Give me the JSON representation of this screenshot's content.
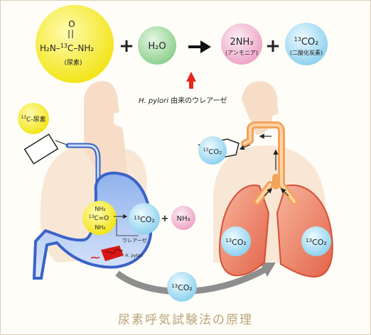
{
  "reaction": {
    "urea": {
      "top_o": "O",
      "formula_left": "H₂N–",
      "formula_sup": "13",
      "formula_right": "C–NH₂",
      "name": "(尿素)"
    },
    "plus1": "+",
    "water": "H₂O",
    "ammonia": {
      "formula": "2NH₃",
      "name": "(アンモニア)"
    },
    "plus2": "+",
    "co2": {
      "sup": "13",
      "formula": "CO₂",
      "name": "(二酸化炭素)"
    },
    "enzyme_italic": "H. pylori",
    "enzyme_rest": " 由来のウレアーゼ"
  },
  "illustration": {
    "c13_urea_label_sup": "13",
    "c13_urea_label": "C-尿素",
    "stomach_urea_top": "NH₂",
    "stomach_urea_sup": "13",
    "stomach_urea_mid": "C=O",
    "stomach_urea_bottom": "NH₂",
    "stomach_co2_sup": "13",
    "stomach_co2": "CO₂",
    "stomach_plus": "+",
    "stomach_nh3": "NH₃",
    "urease_label": "ウレアーゼ",
    "pylori_label": "H. pylori",
    "blood_co2_sup": "13",
    "blood_co2": "CO₂",
    "exhale_co2_sup": "13",
    "exhale_co2": "CO₂",
    "lung_left_co2_sup": "13",
    "lung_left_co2": "CO₂",
    "lung_right_co2_sup": "13",
    "lung_right_co2": "CO₂"
  },
  "caption": "尿素呼気試験法の原理",
  "colors": {
    "urea_yellow": "#f5ec1a",
    "water_green": "#9fd7a0",
    "ammonia_pink": "#f3b9d3",
    "co2_blue": "#a6dcf2",
    "arrow_red": "#e32a1e",
    "stomach_blue": "#3a63c7",
    "lung_red": "#e8795c",
    "trachea_orange": "#f3a35a",
    "caption_gold": "#b8a47a"
  }
}
